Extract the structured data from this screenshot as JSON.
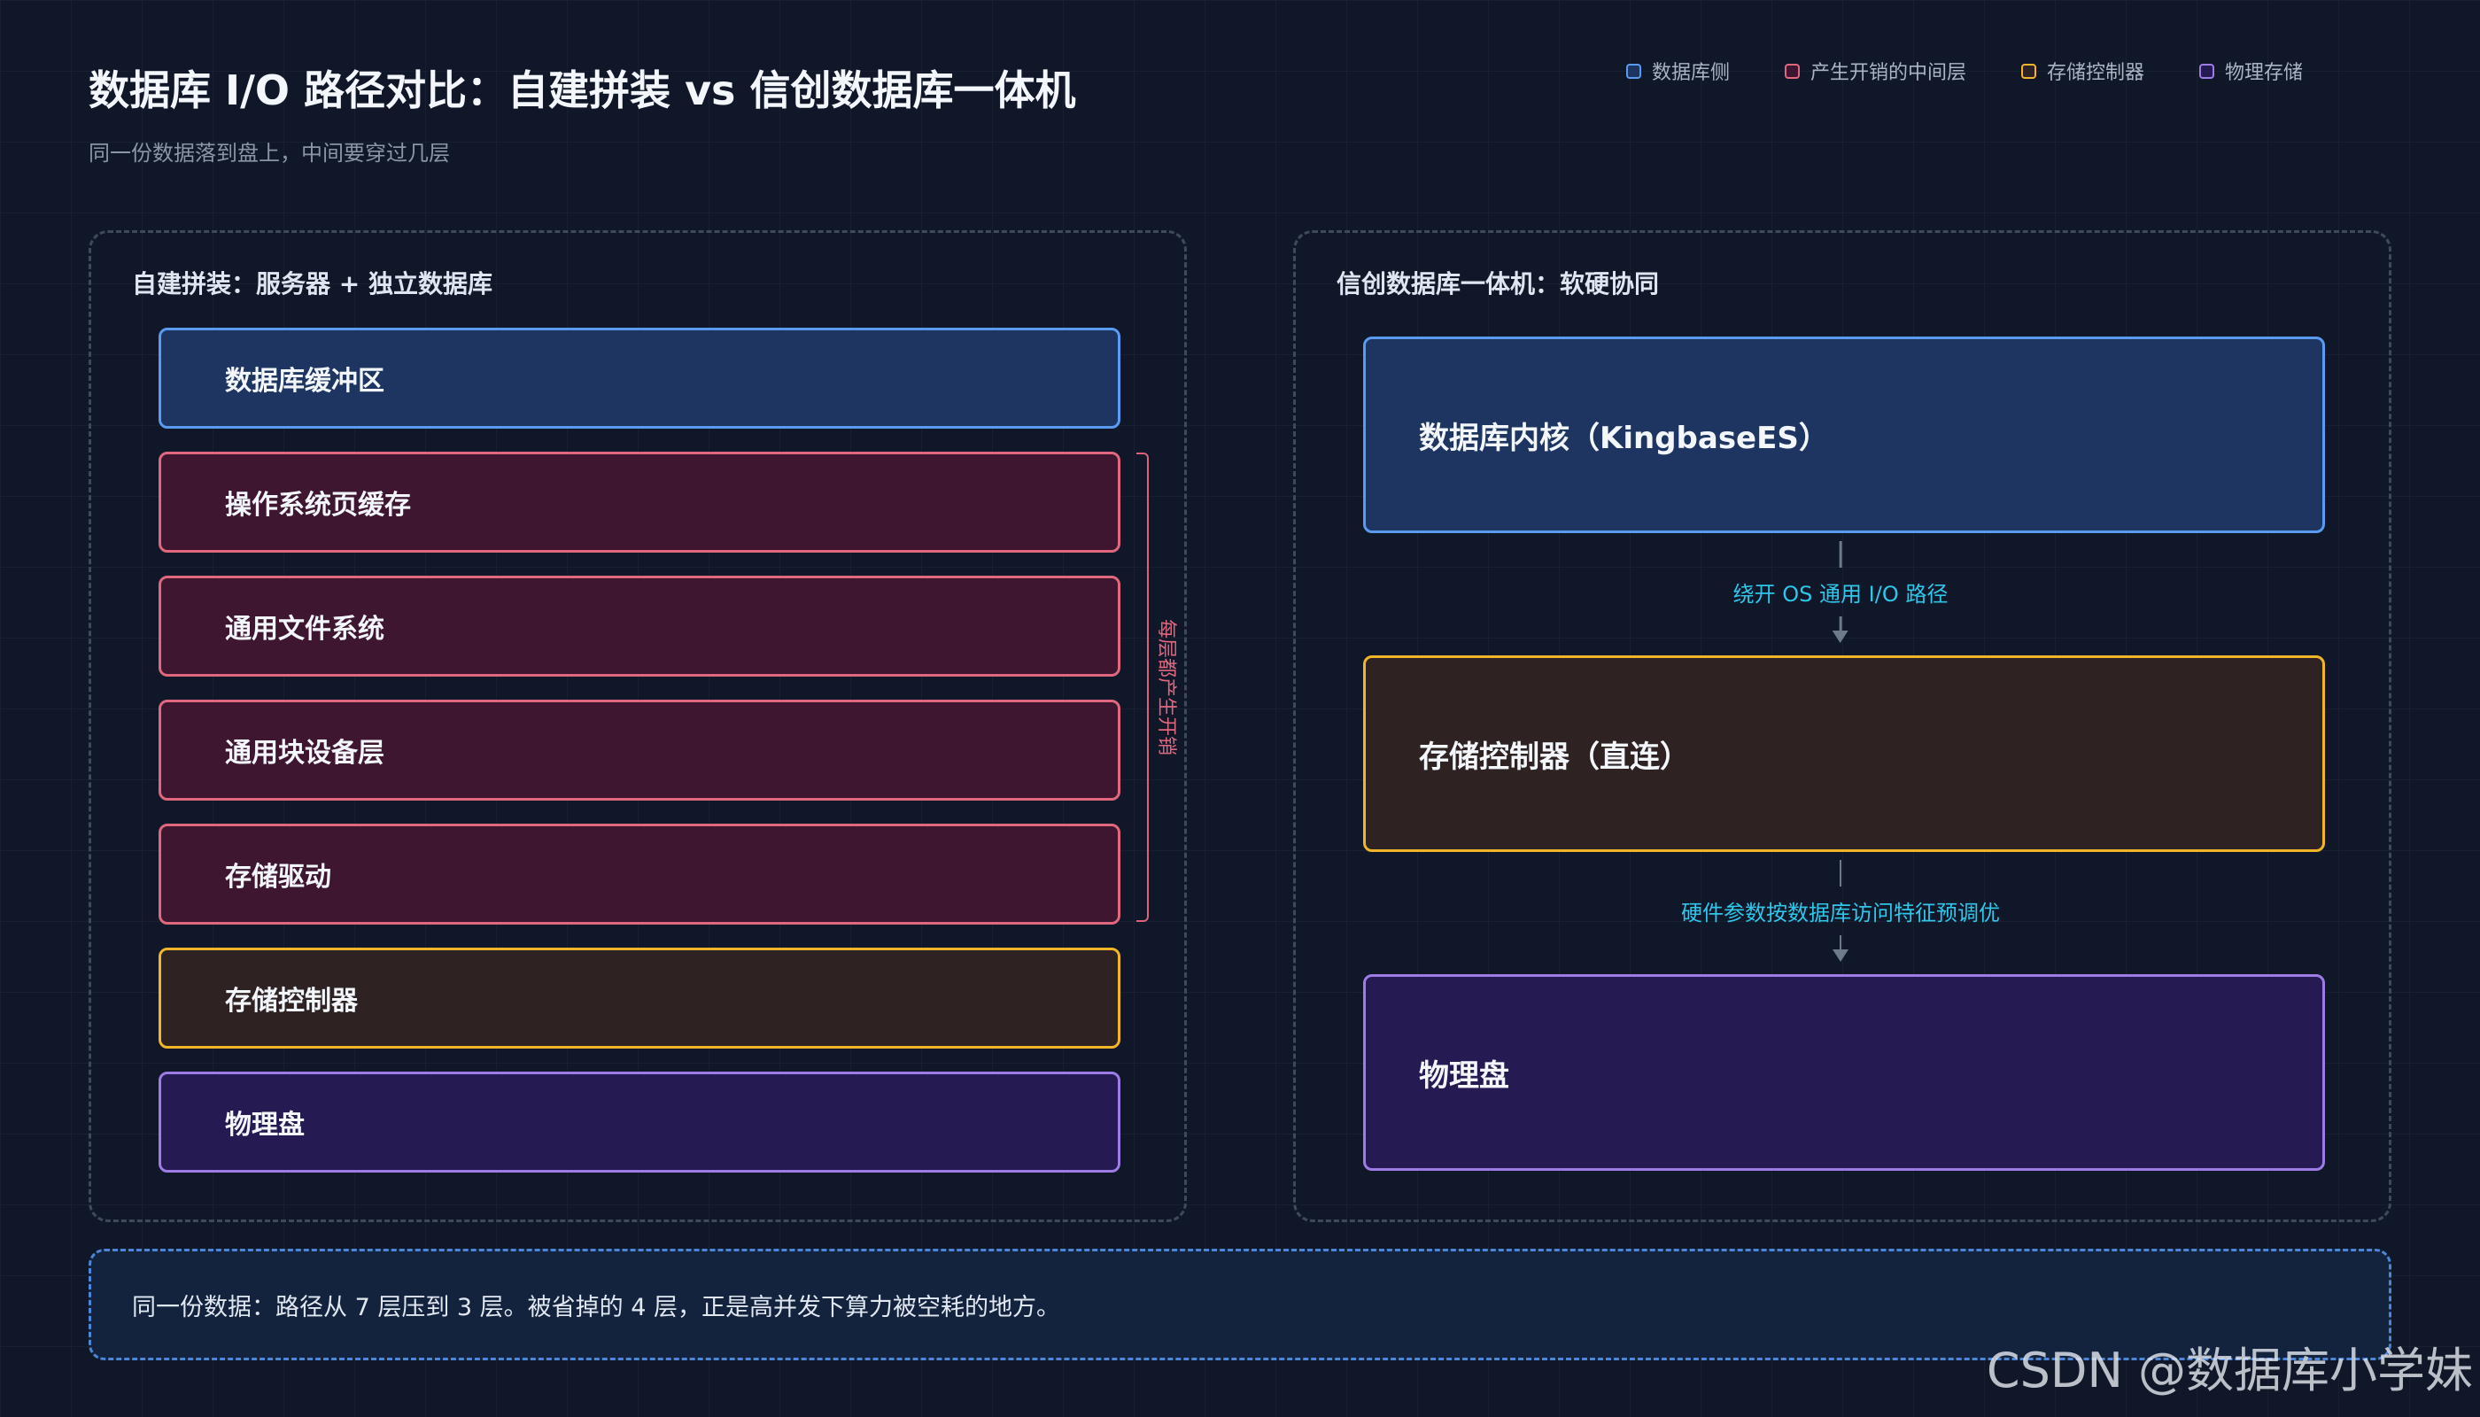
{
  "title": "数据库 I/O 路径对比：自建拼装 vs 信创数据库一体机",
  "subtitle": "同一份数据落到盘上，中间要穿过几层",
  "legend": [
    {
      "label": "数据库侧",
      "color": "#5a9bf0"
    },
    {
      "label": "产生开销的中间层",
      "color": "#e0677e"
    },
    {
      "label": "存储控制器",
      "color": "#f0b529"
    },
    {
      "label": "物理存储",
      "color": "#9d7ce6"
    }
  ],
  "left": {
    "title": "自建拼装：服务器 + 独立数据库",
    "layers": [
      {
        "label": "数据库缓冲区",
        "kind": "db"
      },
      {
        "label": "操作系统页缓存",
        "kind": "overhead"
      },
      {
        "label": "通用文件系统",
        "kind": "overhead"
      },
      {
        "label": "通用块设备层",
        "kind": "overhead"
      },
      {
        "label": "存储驱动",
        "kind": "overhead"
      },
      {
        "label": "存储控制器",
        "kind": "controller"
      },
      {
        "label": "物理盘",
        "kind": "physical"
      }
    ],
    "bracket_label": "每层都产生开销"
  },
  "right": {
    "title": "信创数据库一体机：软硬协同",
    "layers": [
      {
        "label": "数据库内核（KingbaseES）",
        "kind": "db"
      },
      {
        "label": "存储控制器（直连）",
        "kind": "controller"
      },
      {
        "label": "物理盘",
        "kind": "physical"
      }
    ],
    "connectors": [
      {
        "label": "绕开 OS 通用 I/O 路径"
      },
      {
        "label": "硬件参数按数据库访问特征预调优"
      }
    ]
  },
  "footer": "同一份数据：路径从 7 层压到 3 层。被省掉的 4 层，正是高并发下算力被空耗的地方。",
  "watermark": "CSDN @数据库小学妹"
}
